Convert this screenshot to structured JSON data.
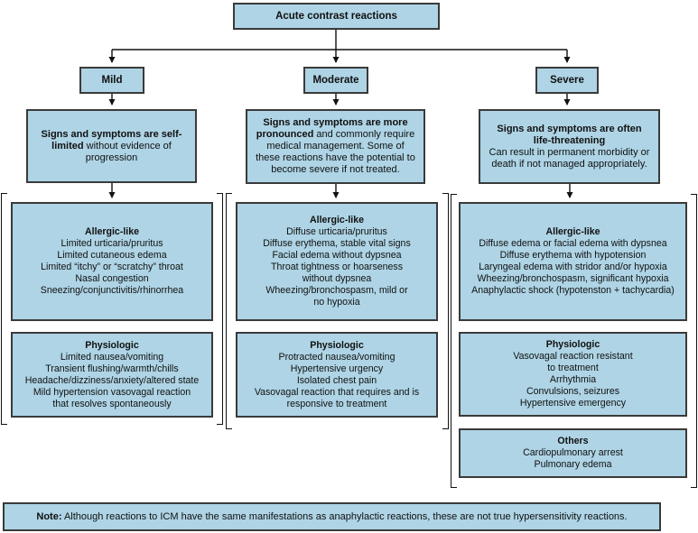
{
  "colors": {
    "box_fill": "#aed4e5",
    "box_border": "#3a3a3a",
    "connector": "#111111",
    "background": "#ffffff"
  },
  "root": {
    "title": "Acute contrast reactions"
  },
  "columns": [
    {
      "label": "Mild",
      "desc_bold": "Signs and symptoms are self-limited",
      "desc_rest": " without evidence of progression",
      "boxes": [
        {
          "title": "Allergic-like",
          "lines": [
            "Limited urticaria/pruritus",
            "Limited cutaneous edema",
            "Limited “itchy” or “scratchy” throat",
            "Nasal congestion",
            "Sneezing/conjunctivitis/rhinorrhea"
          ]
        },
        {
          "title": "Physiologic",
          "lines": [
            "Limited nausea/vomiting",
            "Transient flushing/warmth/chills",
            "Headache/dizziness/anxiety/altered state",
            "Mild hypertension vasovagal reaction",
            "that resolves spontaneously"
          ]
        }
      ]
    },
    {
      "label": "Moderate",
      "desc_bold": "Signs and symptoms are more pronounced",
      "desc_rest": " and commonly require medical management. Some of these reactions have the potential to become severe if not treated.",
      "boxes": [
        {
          "title": "Allergic-like",
          "lines": [
            "Diffuse urticaria/pruritus",
            "Diffuse erythema, stable vital signs",
            "Facial edema without dypsnea",
            "Throat tightness or hoarseness",
            "without dypsnea",
            "Wheezing/bronchospasm, mild or",
            "no hypoxia"
          ]
        },
        {
          "title": "Physiologic",
          "lines": [
            "Protracted nausea/vomiting",
            "Hypertensive urgency",
            "Isolated chest pain",
            "Vasovagal reaction that requires and is",
            "responsive to treatment"
          ]
        }
      ]
    },
    {
      "label": "Severe",
      "desc_bold": "Signs and symptoms are often life-threatening",
      "desc_rest": "\nCan result in permanent morbidity or death if not managed appropriately.",
      "boxes": [
        {
          "title": "Allergic-like",
          "lines": [
            "Diffuse edema or facial edema with dypsnea",
            "Diffuse erythema with hypotension",
            "Laryngeal edema with stridor and/or hypoxia",
            "Wheezing/bronchospasm, significant hypoxia",
            "Anaphylactic shock (hypotenston + tachycardia)"
          ]
        },
        {
          "title": "Physiologic",
          "lines": [
            "Vasovagal reaction resistant",
            "to treatment",
            "Arrhythmia",
            "Convulsions, seizures",
            "Hypertensive emergency"
          ]
        },
        {
          "title": "Others",
          "lines": [
            "Cardiopulmonary arrest",
            "Pulmonary edema"
          ]
        }
      ]
    }
  ],
  "note": {
    "bold": "Note:",
    "text": " Although reactions to ICM have the same manifestations as anaphylactic reactions, these are not true hypersensitivity reactions."
  }
}
